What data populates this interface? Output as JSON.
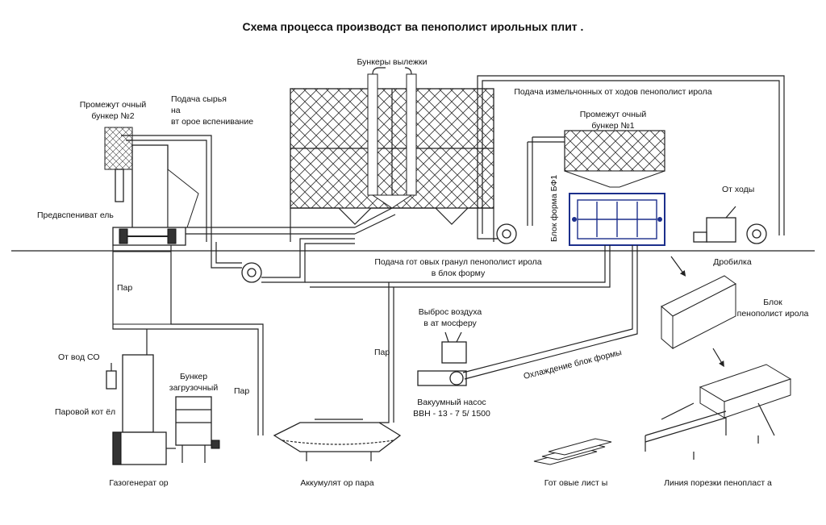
{
  "title": "Схема процесса производст ва пенополист ирольных плит .",
  "labels": {
    "bunkers_aging": "Бункеры вылежки",
    "intermediate_2_line1": "Промежут очный",
    "intermediate_2_line2": "бункер №2",
    "feed_raw_line1": "Подача сырья",
    "feed_raw_line2": "на",
    "feed_raw_line3": "вт орое вспенивание",
    "feed_crushed": "Подача измельчонных от ходов пенополист ирола",
    "intermediate_1_line1": "Промежут очный",
    "intermediate_1_line2": "бункер №1",
    "block_form": "Блок форма БФ1",
    "waste": "От ходы",
    "pre_expander": "Предвспениват ель",
    "crusher": "Дробилка",
    "feed_granules_line1": "Подача гот овых гранул пенополист ирола",
    "feed_granules_line2": "в блок форму",
    "steam_1": "Пар",
    "steam_2": "Пар",
    "steam_3": "Пар",
    "block_line1": "Блок",
    "block_line2": "пенополист ирола",
    "air_release_line1": "Выброс воздуха",
    "air_release_line2": "в ат мосферу",
    "flue_gas": "От вод СО",
    "loading_bunker_line1": "Бункер",
    "loading_bunker_line2": "загрузочный",
    "cooling": "Охлаждение блок формы",
    "steam_boiler": "Паровой кот ёл",
    "vacuum_pump_line1": "Вакуумный насос",
    "vacuum_pump_line2": "ВВН - 13 - 7 5/ 1500",
    "gas_generator": "Газогенерат ор",
    "steam_accumulator": "Аккумулят ор пара",
    "finished_sheets": "Гот овые лист ы",
    "cutting_line": "Линия порезки пенопласт а"
  }
}
